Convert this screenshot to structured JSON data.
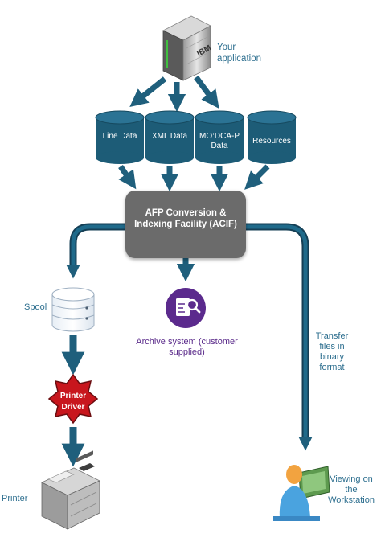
{
  "nodes": {
    "application": {
      "label": "Your application",
      "icon": "server-icon"
    },
    "line_data": {
      "label": "Line Data"
    },
    "xml_data": {
      "label": "XML Data"
    },
    "modca_data": {
      "label": "MO:DCA-P Data"
    },
    "resources": {
      "label": "Resources"
    },
    "acif": {
      "label": "AFP Conversion & Indexing Facility (ACIF)"
    },
    "spool": {
      "label": "Spool"
    },
    "archive": {
      "label": "Archive system (customer supplied)",
      "icon": "document-search-icon"
    },
    "printer_driver": {
      "label": "Printer Driver"
    },
    "printer": {
      "label": "Printer",
      "icon": "printer-icon"
    },
    "transfer": {
      "label": "Transfer files in binary format"
    },
    "workstation": {
      "label": "Viewing on the Workstation",
      "icon": "workstation-user-icon"
    }
  },
  "edges": [
    {
      "from": "application",
      "to": "line_data"
    },
    {
      "from": "application",
      "to": "xml_data"
    },
    {
      "from": "application",
      "to": "modca_data"
    },
    {
      "from": "line_data",
      "to": "acif"
    },
    {
      "from": "xml_data",
      "to": "acif"
    },
    {
      "from": "modca_data",
      "to": "acif"
    },
    {
      "from": "resources",
      "to": "acif"
    },
    {
      "from": "acif",
      "to": "spool"
    },
    {
      "from": "acif",
      "to": "archive"
    },
    {
      "from": "acif",
      "to": "workstation",
      "label": "transfer"
    },
    {
      "from": "spool",
      "to": "printer_driver"
    },
    {
      "from": "printer_driver",
      "to": "printer"
    }
  ],
  "colors": {
    "arrow": "#1f5f7c",
    "cylinder": "#1d5c77",
    "acif_box": "#6b6b6b",
    "label_text": "#2e6f8f",
    "archive_circle": "#5b2a8d",
    "driver_red": "#c8161d"
  }
}
